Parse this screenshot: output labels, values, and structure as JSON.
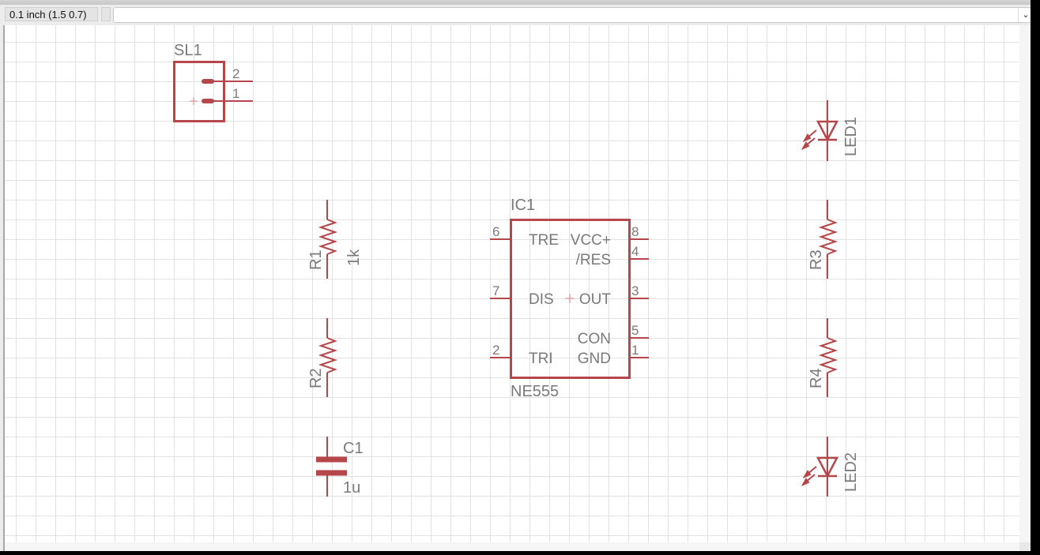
{
  "toolbar": {
    "coordinate_readout": "0.1 inch (1.5 0.7)",
    "command_value": "",
    "command_placeholder": "",
    "dropdown_icon": "chevron-down-icon"
  },
  "colors": {
    "symbol": "#b5474b",
    "label": "#7a7a7a",
    "grid": "#e2e2e2",
    "origin_cross": "#e08a8a"
  },
  "schematic": {
    "SL1": {
      "name": "SL1",
      "pins": [
        "2",
        "1"
      ]
    },
    "R1": {
      "name": "R1",
      "value": "1k"
    },
    "R2": {
      "name": "R2"
    },
    "C1": {
      "name": "C1",
      "value": "1u"
    },
    "IC1": {
      "name": "IC1",
      "value": "NE555",
      "left_pins": [
        {
          "num": "6",
          "label": "TRE"
        },
        {
          "num": "7",
          "label": "DIS"
        },
        {
          "num": "2",
          "label": "TRI"
        }
      ],
      "right_pins": [
        {
          "num": "8",
          "label": "VCC+"
        },
        {
          "num": "4",
          "label": "/RES"
        },
        {
          "num": "3",
          "label": "OUT"
        },
        {
          "num": "5",
          "label": "CON"
        },
        {
          "num": "1",
          "label": "GND"
        }
      ]
    },
    "LED1": {
      "name": "LED1"
    },
    "R3": {
      "name": "R3"
    },
    "R4": {
      "name": "R4"
    },
    "LED2": {
      "name": "LED2"
    }
  }
}
